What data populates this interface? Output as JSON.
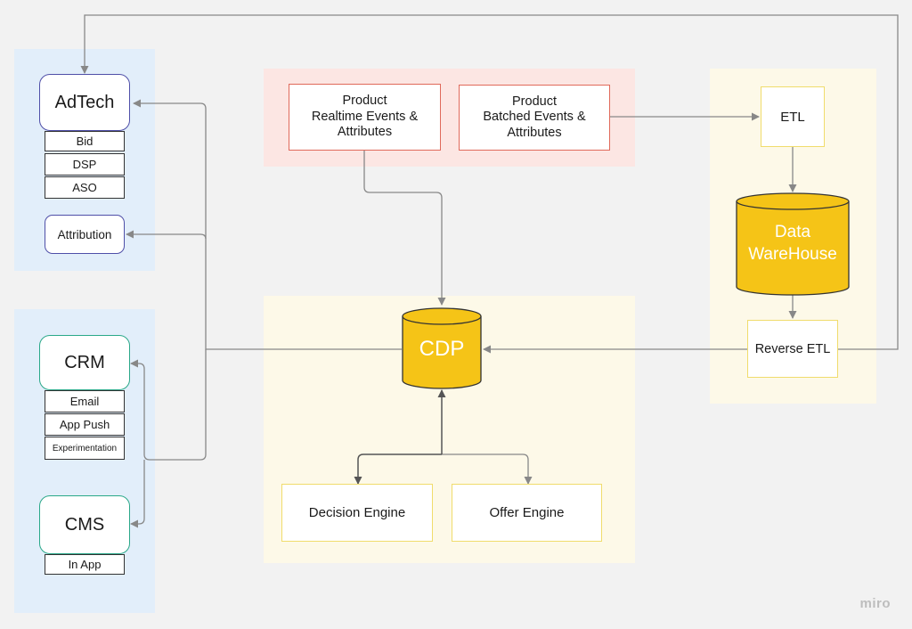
{
  "nodes": {
    "adtech": "AdTech",
    "bid": "Bid",
    "dsp": "DSP",
    "aso": "ASO",
    "attribution": "Attribution",
    "crm": "CRM",
    "email": "Email",
    "app_push": "App Push",
    "experimentation": "Experimentation",
    "cms": "CMS",
    "in_app": "In App",
    "product_realtime": "Product\nRealtime Events &\nAttributes",
    "product_batched": "Product\nBatched Events &\nAttributes",
    "etl": "ETL",
    "data_warehouse": "Data\nWareHouse",
    "reverse_etl": "Reverse ETL",
    "cdp": "CDP",
    "decision_engine": "Decision Engine",
    "offer_engine": "Offer Engine"
  },
  "colors": {
    "zone_blue": "#e2eefa",
    "zone_pink": "#fce6e3",
    "zone_cream": "#fdf9e8",
    "cylinder_fill": "#f5c417",
    "cylinder_stroke": "#333333",
    "purple_border": "#4f4fa8",
    "teal_border": "#2aa889",
    "red_border": "#e0695a",
    "yellow_border": "#f0dc6c",
    "connector": "#888888"
  },
  "watermark": "miro"
}
